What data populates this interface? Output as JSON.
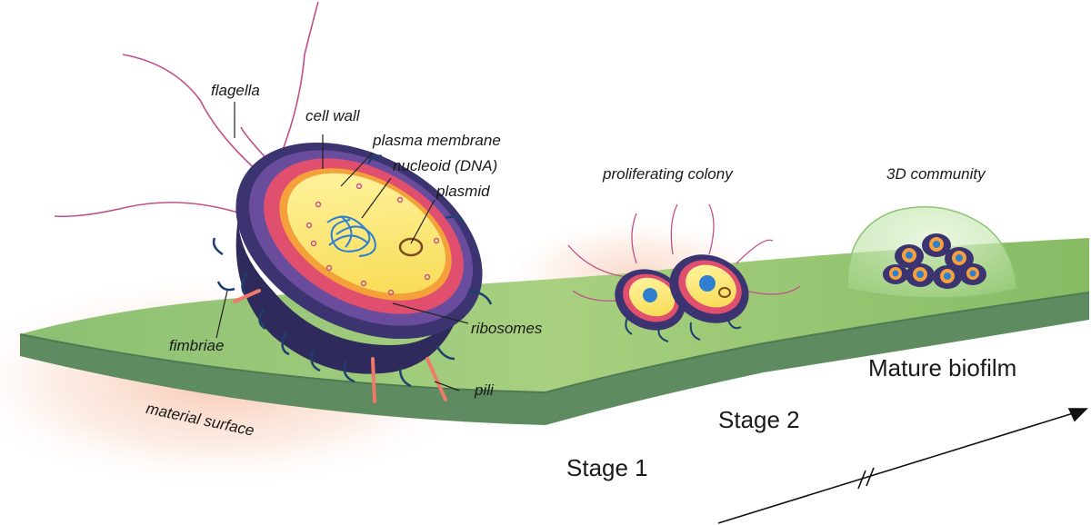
{
  "labels": {
    "flagella": "flagella",
    "cell_wall": "cell wall",
    "plasma_membrane": "plasma membrane",
    "nucleoid": "nucleoid (DNA)",
    "plasmid": "plasmid",
    "ribosomes": "ribosomes",
    "fimbriae": "fimbriae",
    "pili": "pili",
    "material_surface": "material surface",
    "proliferating_colony": "proliferating colony",
    "community_3d": "3D community"
  },
  "stages": {
    "stage1": "Stage 1",
    "stage2": "Stage 2",
    "mature": "Mature biofilm"
  },
  "colors": {
    "surface_top": "#8fbf6a",
    "surface_edge": "#5f8f63",
    "cell_outer": "#3b3470",
    "cell_wall": "#6a4c9c",
    "membrane": "#e0506e",
    "cytoplasm": "#fff07a",
    "dna": "#2f7fd0",
    "biofilm_dome": "#bfe6a8",
    "glow": "#f5b79a"
  }
}
